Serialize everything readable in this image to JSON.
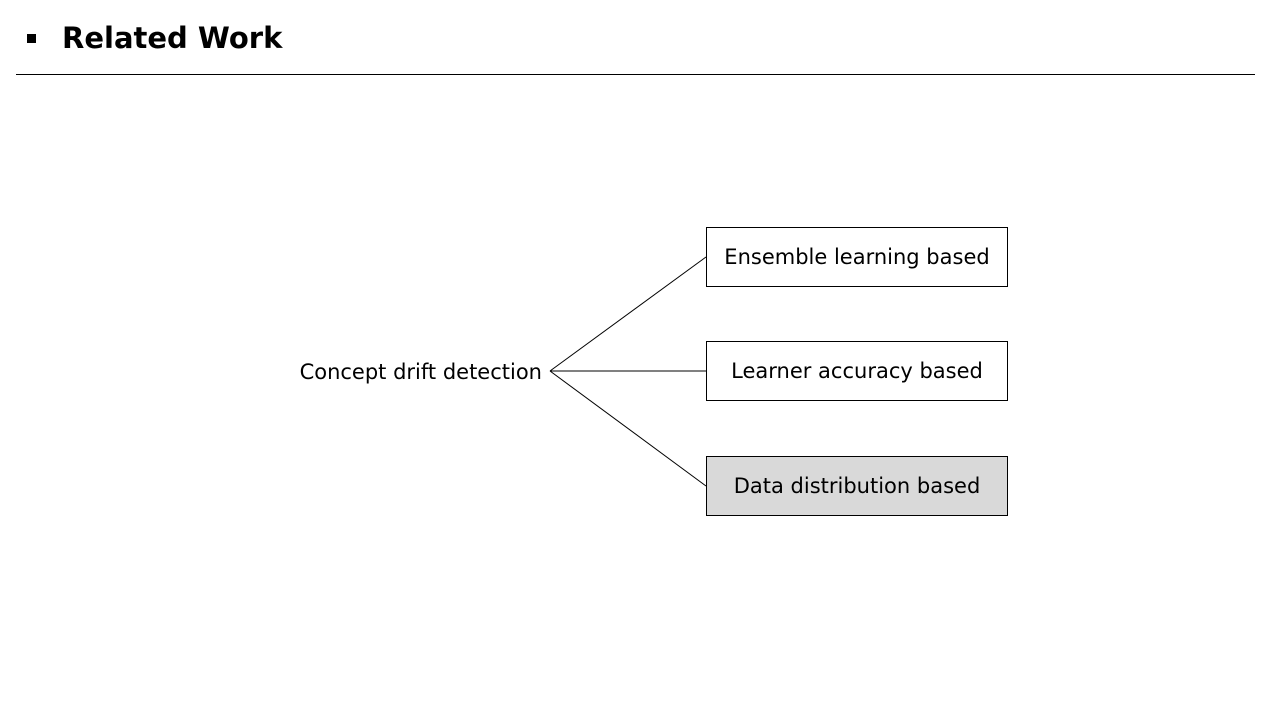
{
  "slide": {
    "title": "Related Work"
  },
  "diagram": {
    "root": "Concept drift detection",
    "branches": [
      {
        "label": "Ensemble learning based",
        "highlighted": false
      },
      {
        "label": "Learner accuracy based",
        "highlighted": false
      },
      {
        "label": "Data distribution based",
        "highlighted": true
      }
    ],
    "colors": {
      "highlight_fill": "#d9d9d9",
      "line": "#000000"
    }
  }
}
